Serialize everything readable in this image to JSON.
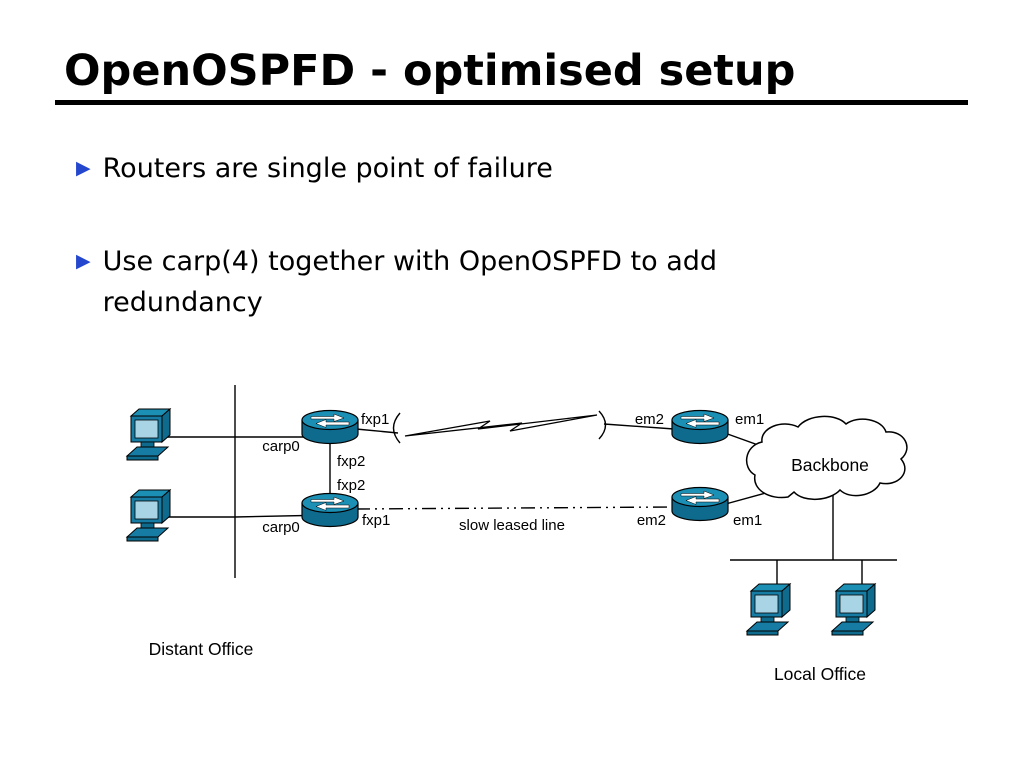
{
  "slide": {
    "title": "OpenOSPFD - optimised setup",
    "bullet_marker": "▶",
    "bullets": [
      "Routers are single point of failure",
      "Use carp(4) together with OpenOSPFD to add redundancy"
    ]
  },
  "diagram": {
    "router1": {
      "lan_if": "carp0",
      "wan_if": "fxp1",
      "sync_if": "fxp2"
    },
    "router2": {
      "lan_if": "carp0",
      "wan_if": "fxp1",
      "sync_if": "fxp2"
    },
    "router3": {
      "wan_if": "em2",
      "lan_if": "em1"
    },
    "router4": {
      "wan_if": "em2",
      "lan_if": "em1"
    },
    "cloud_label": "Backbone",
    "leased_line_label": "slow leased line",
    "distant_office_label": "Distant Office",
    "local_office_label": "Local Office",
    "colors": {
      "device_fill": "#177CA4",
      "device_top": "#1C8FB5",
      "device_dark": "#0E6B8E",
      "screen_fill": "#A8D4E6",
      "bullet_blue": "#2447CE"
    }
  }
}
